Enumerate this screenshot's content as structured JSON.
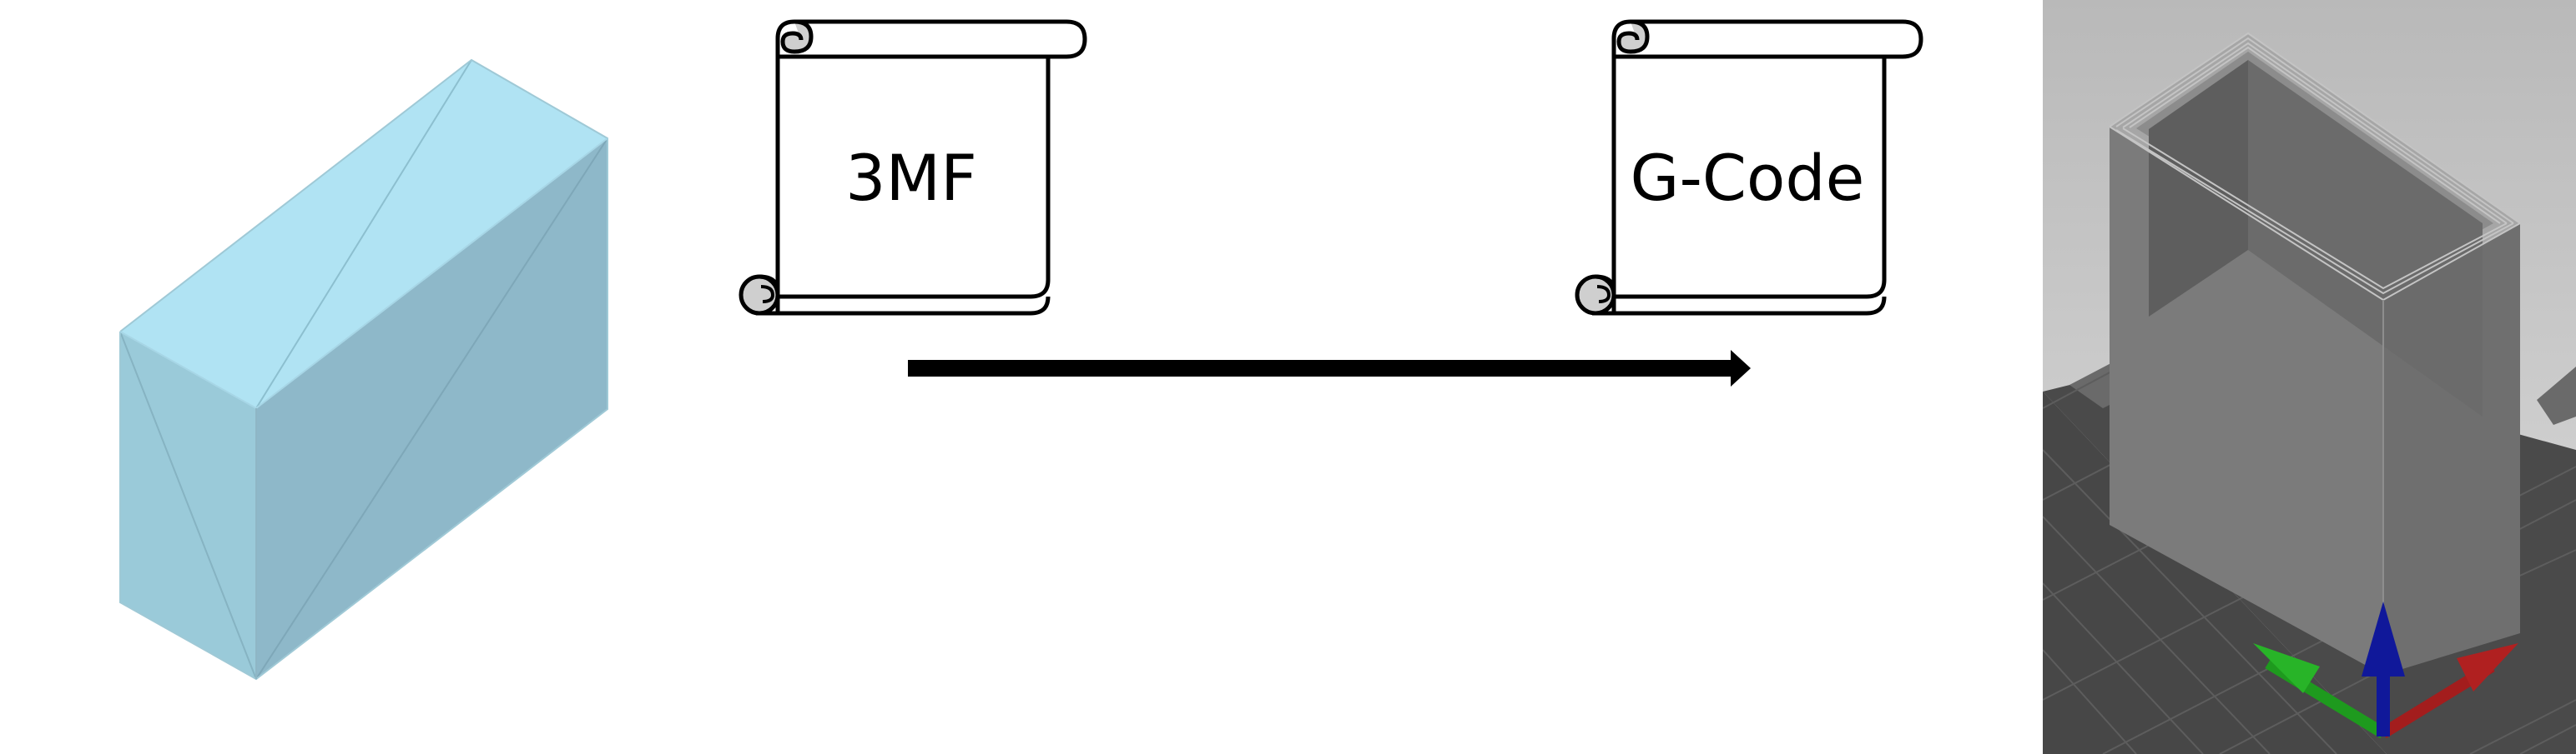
{
  "diagram": {
    "input_file": {
      "label": "3MF",
      "icon": "scroll-icon"
    },
    "output_file": {
      "label": "G-Code",
      "icon": "scroll-icon"
    },
    "flow": {
      "icon": "arrow-right-icon",
      "direction": "left-to-right"
    },
    "left_model": {
      "description_icon": "triangle-mesh-box-icon",
      "color": "#b0e3f3"
    },
    "right_model": {
      "description_icon": "sliced-print-preview-icon",
      "color": "#7a7a7a"
    },
    "axes": {
      "x_color": "#a31d1d",
      "y_color": "#1e9a1e",
      "z_color": "#10189a"
    }
  }
}
